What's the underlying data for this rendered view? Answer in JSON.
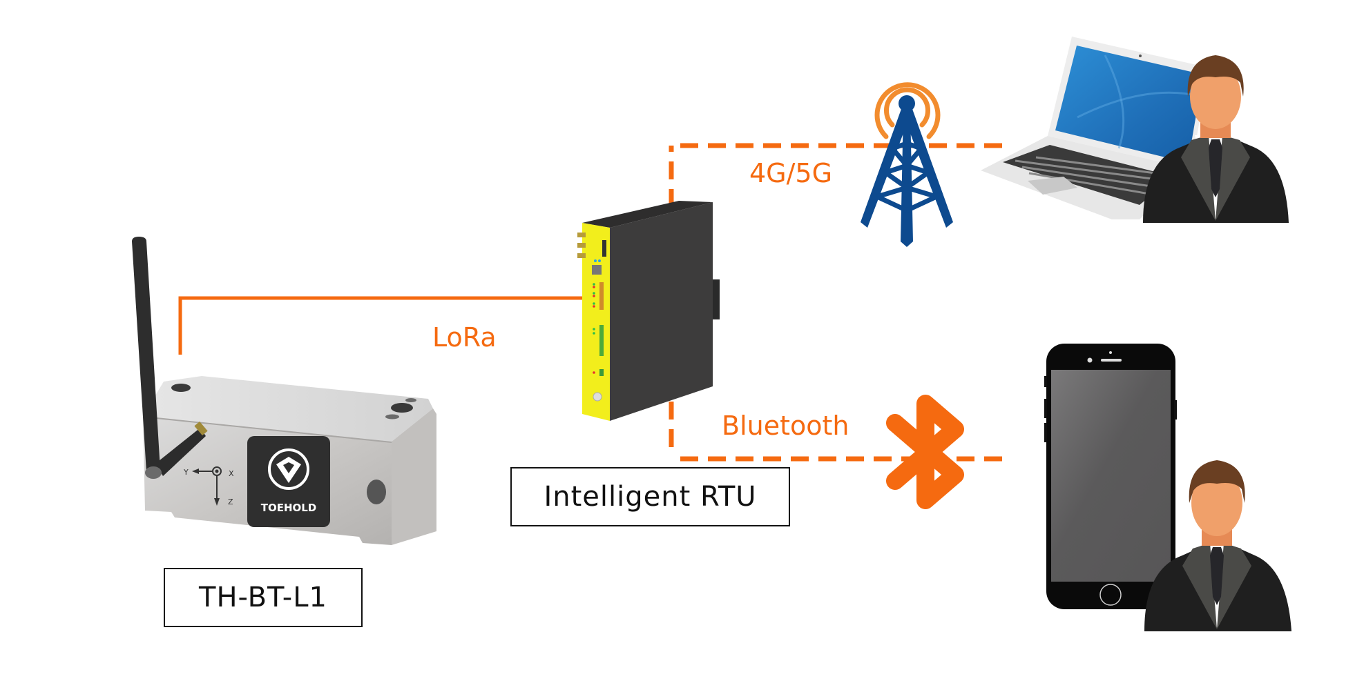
{
  "diagram": {
    "title": "",
    "nodes": {
      "sensor": {
        "label": "TH-BT-L1",
        "brand": "TOEHOLD",
        "axes": [
          "Y",
          "X",
          "Z"
        ],
        "icon": "sensor-device-icon"
      },
      "rtu": {
        "label": "Intelligent RTU",
        "icon": "rtu-gateway-icon"
      },
      "tower": {
        "icon": "cell-tower-icon"
      },
      "laptop": {
        "icon": "laptop-icon"
      },
      "phone": {
        "icon": "smartphone-icon"
      },
      "user_laptop": {
        "icon": "user-avatar-icon"
      },
      "user_phone": {
        "icon": "user-avatar-icon"
      }
    },
    "links": [
      {
        "from": "sensor",
        "to": "rtu",
        "label": "LoRa",
        "style": "solid"
      },
      {
        "from": "rtu",
        "to": "laptop",
        "label": "4G/5G",
        "style": "dashed",
        "via": "tower"
      },
      {
        "from": "rtu",
        "to": "phone",
        "label": "Bluetooth",
        "style": "dashed",
        "via": "bluetooth-symbol"
      }
    ]
  },
  "colors": {
    "link": "#f56a10",
    "tower": "#0d4a8f",
    "tower_waves": "#f28c2e",
    "rtu_panel": "#f2ee1c",
    "rtu_body": "#3b3a3a",
    "suit": "#1f1f1f",
    "skin": "#f0a06a",
    "hair": "#6a3f22"
  }
}
